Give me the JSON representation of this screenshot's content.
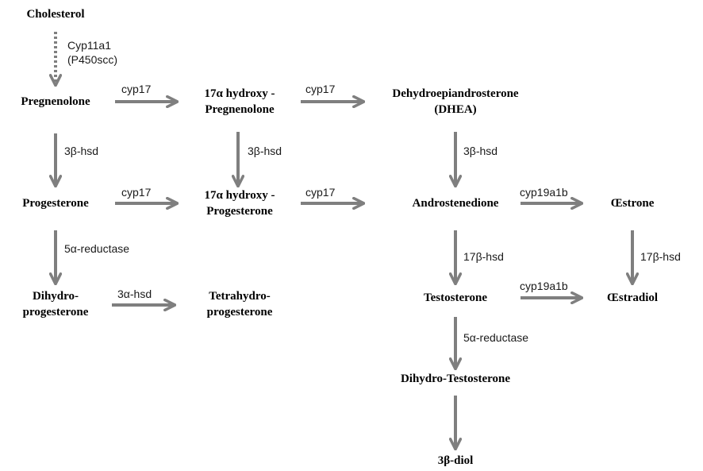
{
  "arrow_color": "#7f7f7f",
  "nodes": {
    "cholesterol": [
      "Cholesterol"
    ],
    "pregnenolone": [
      "Pregnenolone"
    ],
    "hydroxy_pregnenolone": [
      "17α hydroxy -",
      "Pregnenolone"
    ],
    "dhea": [
      "Dehydroepiandrosterone",
      "(DHEA)"
    ],
    "progesterone": [
      "Progesterone"
    ],
    "hydroxy_progesterone": [
      "17α hydroxy -",
      "Progesterone"
    ],
    "androstenedione": [
      "Androstenedione"
    ],
    "oestrone": [
      "Œstrone"
    ],
    "dihydroprogesterone": [
      "Dihydro-",
      "progesterone"
    ],
    "tetrahydroprogesterone": [
      "Tetrahydro-",
      "progesterone"
    ],
    "testosterone": [
      "Testosterone"
    ],
    "oestradiol": [
      "Œstradiol"
    ],
    "dihydrotestosterone": [
      "Dihydro-Testosterone"
    ],
    "diol": [
      "3β-diol"
    ]
  },
  "enzymes": {
    "cyp11a1": [
      "Cyp11a1",
      "(P450scc)"
    ],
    "preg_to_17oh": [
      "cyp17"
    ],
    "17ohpreg_to_dhea": [
      "cyp17"
    ],
    "preg_to_prog": [
      "3β-hsd"
    ],
    "17ohpreg_to_17ohprog": [
      "3β-hsd"
    ],
    "dhea_to_andro": [
      "3β-hsd"
    ],
    "prog_to_17ohprog": [
      "cyp17"
    ],
    "17ohprog_to_andro": [
      "cyp17"
    ],
    "andro_to_oestrone": [
      "cyp19a1b"
    ],
    "prog_to_dhp": [
      "5α-reductase"
    ],
    "andro_to_testo": [
      "17β-hsd"
    ],
    "oestrone_to_oestradiol": [
      "17β-hsd"
    ],
    "dhp_to_thp": [
      "3α-hsd"
    ],
    "testo_to_oestradiol": [
      "cyp19a1b"
    ],
    "testo_to_dht": [
      "5α-reductase"
    ]
  },
  "edges": [
    {
      "id": "cyp11a1",
      "from": "cholesterol",
      "to": "pregnenolone",
      "style": "dotted"
    },
    {
      "id": "preg_to_17oh",
      "from": "pregnenolone",
      "to": "hydroxy_pregnenolone",
      "style": "solid"
    },
    {
      "id": "17ohpreg_to_dhea",
      "from": "hydroxy_pregnenolone",
      "to": "dhea",
      "style": "solid"
    },
    {
      "id": "preg_to_prog",
      "from": "pregnenolone",
      "to": "progesterone",
      "style": "solid"
    },
    {
      "id": "17ohpreg_to_17ohprog",
      "from": "hydroxy_pregnenolone",
      "to": "hydroxy_progesterone",
      "style": "solid"
    },
    {
      "id": "dhea_to_andro",
      "from": "dhea",
      "to": "androstenedione",
      "style": "solid"
    },
    {
      "id": "prog_to_17ohprog",
      "from": "progesterone",
      "to": "hydroxy_progesterone",
      "style": "solid"
    },
    {
      "id": "17ohprog_to_andro",
      "from": "hydroxy_progesterone",
      "to": "androstenedione",
      "style": "solid"
    },
    {
      "id": "andro_to_oestrone",
      "from": "androstenedione",
      "to": "oestrone",
      "style": "solid"
    },
    {
      "id": "prog_to_dhp",
      "from": "progesterone",
      "to": "dihydroprogesterone",
      "style": "solid"
    },
    {
      "id": "andro_to_testo",
      "from": "androstenedione",
      "to": "testosterone",
      "style": "solid"
    },
    {
      "id": "oestrone_to_oestradiol",
      "from": "oestrone",
      "to": "oestradiol",
      "style": "solid"
    },
    {
      "id": "dhp_to_thp",
      "from": "dihydroprogesterone",
      "to": "tetrahydroprogesterone",
      "style": "solid"
    },
    {
      "id": "testo_to_oestradiol",
      "from": "testosterone",
      "to": "oestradiol",
      "style": "solid"
    },
    {
      "id": "testo_to_dht",
      "from": "testosterone",
      "to": "dihydrotestosterone",
      "style": "solid"
    },
    {
      "id": "dht_to_diol",
      "from": "dihydrotestosterone",
      "to": "diol",
      "style": "solid"
    }
  ]
}
